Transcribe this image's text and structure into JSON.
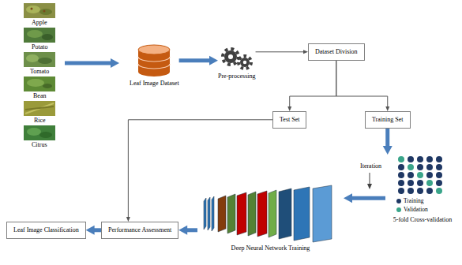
{
  "diagram": {
    "nodes": [
      {
        "text": [
          "Leaf Image Dataset"
        ]
      },
      {
        "text": [
          "Pre-processing"
        ]
      },
      {
        "text": [
          "Dataset Division"
        ]
      },
      {
        "text": [
          "Test Set"
        ]
      },
      {
        "text": [
          "Training Set"
        ]
      },
      {
        "text": [
          "5-fold Cross-validation"
        ]
      },
      {
        "text": [
          "Deep Neural Network Training"
        ]
      },
      {
        "text": [
          "Performance Assessment"
        ]
      },
      {
        "text": [
          "Leaf Image Classification"
        ]
      }
    ],
    "edges": [
      {
        "from": 0,
        "to": 1,
        "arrow": "to"
      },
      {
        "from": 1,
        "to": 2,
        "arrow": "to"
      },
      {
        "from": 2,
        "to": 3,
        "arrow": "to"
      },
      {
        "from": 2,
        "to": 4,
        "arrow": "to"
      },
      {
        "from": 4,
        "to": 5,
        "arrow": "to"
      },
      {
        "from": 5,
        "to": 6,
        "arrow": "to"
      },
      {
        "from": 6,
        "to": 7,
        "arrow": "to"
      },
      {
        "from": 7,
        "to": 8,
        "arrow": "to"
      },
      {
        "from": 3,
        "to": 7,
        "arrow": "to"
      }
    ],
    "labels": [
      "Apple",
      "Potato",
      "Tomato",
      "Bean",
      "Rice",
      "Citrus",
      "Iteration"
    ],
    "legend": [
      {
        "text": "Training",
        "color": "#1f3864"
      },
      {
        "text": "Validation",
        "color": "#3aa58a"
      }
    ]
  }
}
